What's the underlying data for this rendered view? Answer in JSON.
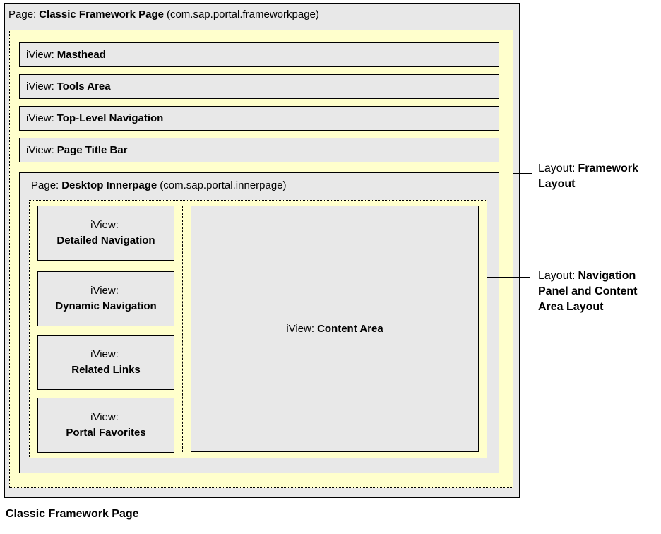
{
  "colors": {
    "box_fill": "#e8e8e8",
    "layout_highlight_fill": "#ffffcc",
    "border": "#000000",
    "background": "#ffffff"
  },
  "framework_page": {
    "title_prefix": "Page:",
    "title_name": "Classic Framework Page",
    "title_suffix": "(com.sap.portal.frameworkpage)",
    "iviews": [
      {
        "prefix": "iView:",
        "name": "Masthead"
      },
      {
        "prefix": "iView:",
        "name": "Tools Area"
      },
      {
        "prefix": "iView:",
        "name": "Top-Level Navigation"
      },
      {
        "prefix": "iView:",
        "name": "Page Title Bar"
      }
    ]
  },
  "innerpage": {
    "title_prefix": "Page:",
    "title_name": "Desktop Innerpage",
    "title_suffix": "(com.sap.portal.innerpage)",
    "nav_iviews": [
      {
        "prefix": "iView:",
        "name": "Detailed Navigation"
      },
      {
        "prefix": "iView:",
        "name": "Dynamic Navigation"
      },
      {
        "prefix": "iView:",
        "name": "Related Links"
      },
      {
        "prefix": "iView:",
        "name": "Portal Favorites"
      }
    ],
    "content_iview": {
      "prefix": "iView:",
      "name": "Content Area"
    }
  },
  "annotations": [
    {
      "prefix": "Layout:",
      "name": "Framework Layout"
    },
    {
      "prefix": "Layout:",
      "name": "Navigation Panel and Content Area Layout"
    }
  ],
  "caption": "Classic Framework Page"
}
